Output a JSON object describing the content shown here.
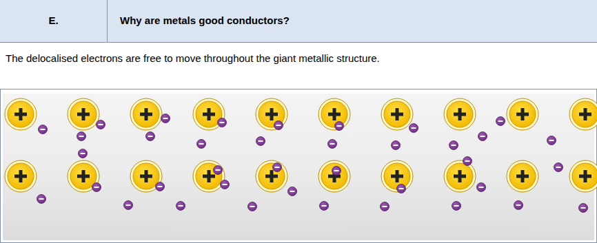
{
  "diagram": {
    "nodes": [
      {
        "text": [
          "E."
        ]
      },
      {
        "text": [
          "Why are metals good conductors?"
        ]
      },
      {
        "text": [
          "The delocalised electrons are free to move throughout the giant metallic structure."
        ]
      }
    ]
  }
}
